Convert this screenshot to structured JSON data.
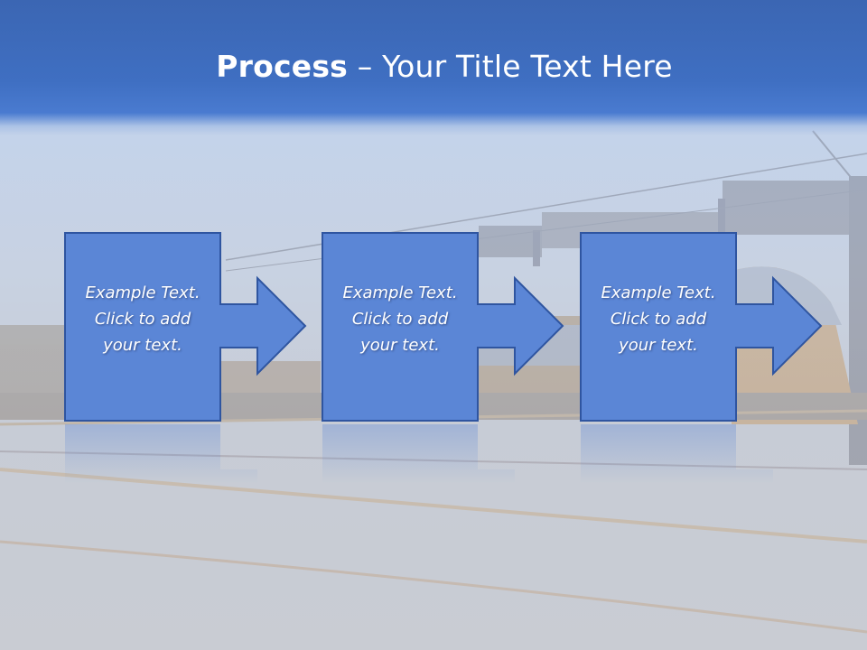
{
  "slide": {
    "title_bold": "Process",
    "title_rest": " – Your Title Text Here"
  },
  "steps": [
    {
      "text": "Example Text.\nClick  to add\nyour text."
    },
    {
      "text": "Example Text.\nClick  to add\nyour text."
    },
    {
      "text": "Example Text.\nClick  to add\nyour text."
    }
  ],
  "colors": {
    "title_band": "#4070c4",
    "box_fill": "#5b86d6",
    "box_border": "#2f55a0",
    "text": "#ffffff"
  }
}
